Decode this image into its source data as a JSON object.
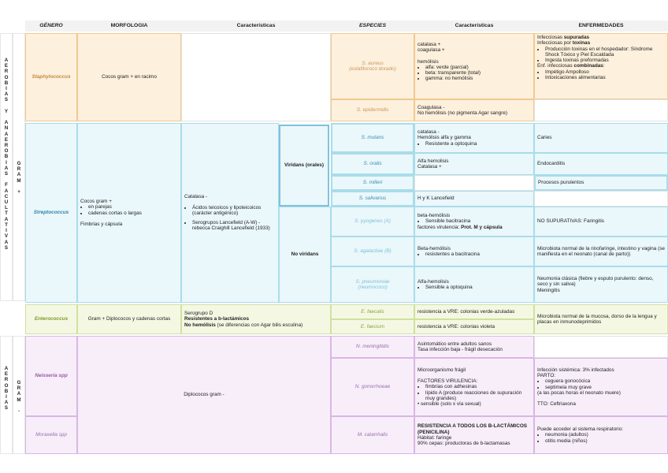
{
  "headers": {
    "genero": "GÉNERO",
    "morfologia": "MORFOLOGIA",
    "caracteristicas": "Características",
    "especies": "ESPECIES",
    "caracteristicas2": "Características",
    "enfermedades": "ENFERMEDADES"
  },
  "side": {
    "group1": [
      "A",
      "E",
      "R",
      "O",
      "B",
      "I",
      "A",
      "S",
      "",
      "Y",
      "",
      "A",
      "N",
      "A",
      "E",
      "R",
      "O",
      "B",
      "I",
      "A",
      "S",
      "",
      "F",
      "A",
      "C",
      "U",
      "L",
      "T",
      "A",
      "T",
      "I",
      "V",
      "A",
      "S"
    ],
    "gram_pos": [
      "G",
      "R",
      "A",
      "M",
      "",
      "+"
    ],
    "group2": [
      "A",
      "E",
      "R",
      "O",
      "B",
      "I",
      "A",
      "S"
    ],
    "gram_neg": [
      "G",
      "R",
      "A",
      "M",
      "",
      "-"
    ]
  },
  "staph": {
    "genus": "Staphylococcus",
    "morph": "Cocos gram + en racimo",
    "aureus_name": "S. aureus",
    "aureus_sub": "(estafilococo dorado)",
    "aureus_char": {
      "l1": "catalasa +",
      "l2": "coagulasa +",
      "l3": "hemólisis",
      "b1": "alfa: verde (parcial)",
      "b2": "beta: transparente (total)",
      "b3": "gamma: no hemólisis"
    },
    "aureus_dis": {
      "l1a": "Infecciosas ",
      "l1b": "supuradas",
      "l2a": "Infecciosas por ",
      "l2b": "toxinas",
      "b1": "Producción toxinas en el hospedador: Síndrome Shock Tóxico y Piel Escaldada",
      "b2": "Ingesta toxinas preformadas",
      "l3a": "Enf. infecciosas ",
      "l3b": "combinadas",
      "l3c": ":",
      "b3": "Impétigo Ampolloso",
      "b4": "Intoxicaciones alimentarias"
    },
    "epi_name": "S. epidermidis",
    "epi_char": {
      "l1": "Coagulasa -",
      "l2": "No hemólisis (no pigmenta Agar sangre)"
    }
  },
  "strep": {
    "genus": "Streptococcus",
    "morph": {
      "l1": "Cocos gram +",
      "b1": "en parejas",
      "b2": "cadenas cortas o largas",
      "l2": "Fimbrias y cápsula"
    },
    "char": {
      "l1": "Catalasa -",
      "b1": "Ácidos teicoicos y lipoteicoicos (carácter antigénico)",
      "b2": "Serogrupos Lancefield (A-W) - rebecca Craighill Lancefield (1933)"
    },
    "viridans": "Viridans (orales)",
    "noviridans": "No viridans",
    "mutans": {
      "name": "S. mutans",
      "l1": "catalasa -",
      "l2": "Hemólisis alfa y gamma",
      "b1": "Resistente a optoquina",
      "dis": "Caries"
    },
    "oralis": {
      "name": "S. oralis",
      "l1": "Alfa hemolisis",
      "l2": "Catalasa +",
      "dis": "Endocarditis"
    },
    "milleri": {
      "name": "S. milleri",
      "dis": "Procesos purulentos"
    },
    "salivarius": {
      "name": "S. salivarius",
      "l1": "H y K Lancefield"
    },
    "pyogenes": {
      "name": "S. pyogenes (A)",
      "l1": "beta-hemólisis",
      "b1": "Sensible bacitracina",
      "l2a": "factores virulencia: ",
      "l2b": "Prot. M y cápsula",
      "dis": "NO SUPURATIVAS: Faringitis"
    },
    "agalactiae": {
      "name": "S. agalactiae (B)",
      "l1": "Beta-hemólisis",
      "b1": "resistentes a bacitracina",
      "dis": "Microbiota normal de la rinofaringe, intestino y vagina (se manifiesta en el neonato (canal de parto))"
    },
    "pneumoniae": {
      "name": "S. pneumoniae",
      "sub": "(neumococo)",
      "l1": "Alfa-hemolisis",
      "b1": "Sensible a optoquina",
      "dis1": "Neumonia clásica (fiebre y esputo purulento: denso, seco y sin saliva)",
      "dis2": "Meningitis"
    }
  },
  "entero": {
    "genus": "Enterococcus",
    "morph": "Gram + Diplococos y cadenas cortas",
    "char": {
      "l1": "Serogrupo D",
      "l2": "Resistentes a b-lactámicos",
      "l3a": "No hemólisis",
      "l3b": " (se diferencias con Agar bilis esculina)"
    },
    "faecalis": {
      "name": "E. faecalis",
      "char": "resistencia a VRE: colonias verde-azuladas"
    },
    "faecium": {
      "name": "E. faecium",
      "char": "resistencia a VRE: colonias violeta"
    },
    "dis": "Microbiota normal de la mucosa, dorso de la lengua y placas en inmunodeprimidos"
  },
  "neis": {
    "genus": "Neisseria spp",
    "morph": "Diplococos gram -",
    "meningitidis": {
      "name": "N. meningitidis",
      "l1": "Asintomático entre adultos sanos",
      "l2": "Tasa infección baja - frágil desecación"
    },
    "gonorrhoeae": {
      "name": "N. gonorrhoeae",
      "l1": "Microorganismo frágil",
      "l2": "FACTORES VIRULENCIA:",
      "b1": "fimbrias con adhesinas",
      "b2": "lípido A (produce reacciones de supuración muy grandes)",
      "l3": "• sensible (solo x vía sexual)",
      "dis1": "Infección sistémica: 3% infectados",
      "dis2": "PARTO:",
      "db1": "ceguera gonocócica",
      "db2": "septimeia muy grave",
      "dis3": "(a las pocas horas el neonato muere)",
      "dis4": "TTO: Ceftriaxona"
    }
  },
  "morax": {
    "genus": "Moraxella spp",
    "name": "M. catarrhalis",
    "l1": "RESISTENCIA A TODOS LOS B-LACTÁMICOS (PENICILINA)",
    "l2": "Hábitat: faringe",
    "l3": "90% cepas: productoras de b-lactamasas",
    "dis1": "Puede acceder al sistema respiratorio:",
    "db1": "neumonia (adultos)",
    "db2": "otitis media (niños)"
  }
}
